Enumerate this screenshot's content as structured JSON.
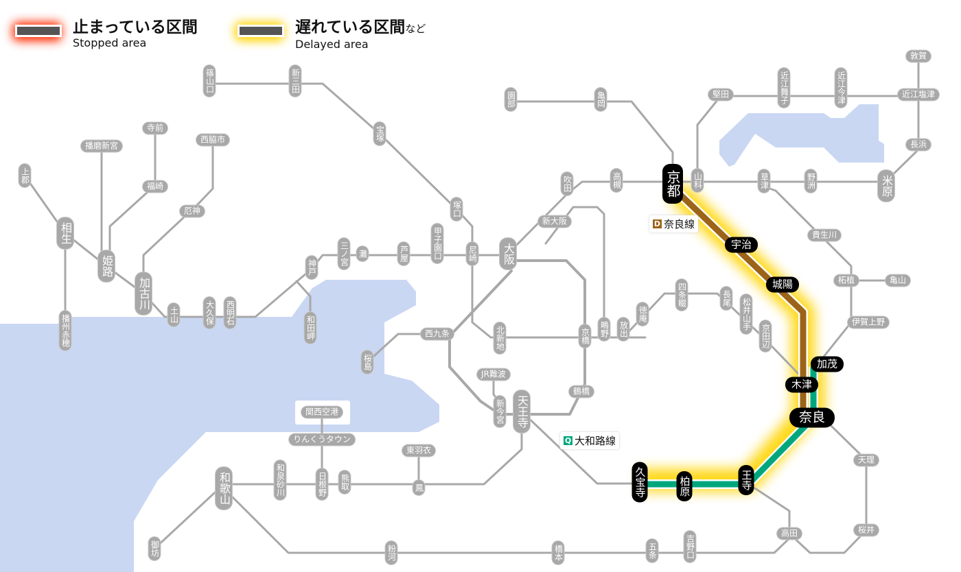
{
  "legend": {
    "stopped_ja": "止まっている区間",
    "stopped_en": "Stopped area",
    "delayed_ja": "遅れている区間",
    "delayed_suffix": "など",
    "delayed_en": "Delayed area",
    "stopped_color": "#ff2a00",
    "delayed_color": "#ffd800"
  },
  "lines": [
    {
      "code": "D",
      "name": "奈良線",
      "color": "#9c6418",
      "status": "delayed"
    },
    {
      "code": "Q",
      "name": "大和路線",
      "color": "#00a77d",
      "status": "delayed"
    }
  ],
  "colors": {
    "track": "#a8a8a8",
    "water": "#c9d7f3"
  },
  "stations": [
    {
      "name": "篠山口"
    },
    {
      "name": "新三田"
    },
    {
      "name": "宝塚"
    },
    {
      "name": "寺前"
    },
    {
      "name": "播磨新宮"
    },
    {
      "name": "西脇市"
    },
    {
      "name": "上郡"
    },
    {
      "name": "福崎"
    },
    {
      "name": "厄神"
    },
    {
      "name": "相生"
    },
    {
      "name": "姫路"
    },
    {
      "name": "加古川"
    },
    {
      "name": "土山"
    },
    {
      "name": "大久保"
    },
    {
      "name": "西明石"
    },
    {
      "name": "神戸"
    },
    {
      "name": "和田岬"
    },
    {
      "name": "播州赤穂"
    },
    {
      "name": "三ノ宮"
    },
    {
      "name": "灘"
    },
    {
      "name": "芦屋"
    },
    {
      "name": "甲子園口"
    },
    {
      "name": "尼崎"
    },
    {
      "name": "大阪"
    },
    {
      "name": "塚口"
    },
    {
      "name": "新大阪"
    },
    {
      "name": "吹田"
    },
    {
      "name": "高槻"
    },
    {
      "name": "園部"
    },
    {
      "name": "亀岡"
    },
    {
      "name": "山科"
    },
    {
      "name": "堅田"
    },
    {
      "name": "近江舞子"
    },
    {
      "name": "近江今津"
    },
    {
      "name": "近江塩津"
    },
    {
      "name": "敦賀"
    },
    {
      "name": "長浜"
    },
    {
      "name": "草津"
    },
    {
      "name": "野洲"
    },
    {
      "name": "米原"
    },
    {
      "name": "貴生川"
    },
    {
      "name": "柘植"
    },
    {
      "name": "亀山"
    },
    {
      "name": "伊賀上野"
    },
    {
      "name": "西九条"
    },
    {
      "name": "桜島"
    },
    {
      "name": "北新地"
    },
    {
      "name": "京橋"
    },
    {
      "name": "鴫野"
    },
    {
      "name": "放出"
    },
    {
      "name": "徳庵"
    },
    {
      "name": "四条畷"
    },
    {
      "name": "長尾"
    },
    {
      "name": "松井山手"
    },
    {
      "name": "京田辺"
    },
    {
      "name": "JR難波"
    },
    {
      "name": "新今宮"
    },
    {
      "name": "天王寺"
    },
    {
      "name": "鶴橋"
    },
    {
      "name": "関西空港"
    },
    {
      "name": "りんくうタウン"
    },
    {
      "name": "東羽衣"
    },
    {
      "name": "鳳"
    },
    {
      "name": "熊取"
    },
    {
      "name": "日根野"
    },
    {
      "name": "和泉砂川"
    },
    {
      "name": "和歌山"
    },
    {
      "name": "御坊"
    },
    {
      "name": "粉河"
    },
    {
      "name": "橋本"
    },
    {
      "name": "五条"
    },
    {
      "name": "吉野口"
    },
    {
      "name": "高田"
    },
    {
      "name": "天理"
    },
    {
      "name": "桜井"
    },
    {
      "name": "京都",
      "status": "delayed"
    },
    {
      "name": "宇治",
      "status": "delayed"
    },
    {
      "name": "城陽",
      "status": "delayed"
    },
    {
      "name": "木津",
      "status": "delayed"
    },
    {
      "name": "加茂",
      "status": "delayed"
    },
    {
      "name": "奈良",
      "status": "delayed"
    },
    {
      "name": "王寺",
      "status": "delayed"
    },
    {
      "name": "柏原",
      "status": "delayed"
    },
    {
      "name": "久宝寺",
      "status": "delayed"
    }
  ]
}
